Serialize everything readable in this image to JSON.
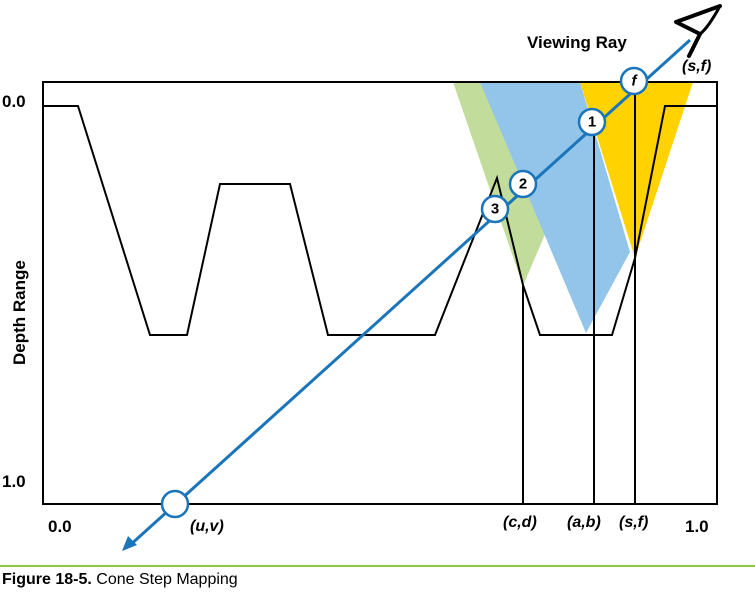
{
  "figure": {
    "viewing_ray_label": "Viewing Ray",
    "y_axis_label": "Depth Range",
    "y_ticks": [
      "0.0",
      "1.0"
    ],
    "x_ticks": [
      "0.0",
      "1.0"
    ],
    "points": {
      "sf_top": "(s,f)",
      "uv": "(u,v)",
      "cd": "(c,d)",
      "ab": "(a,b)",
      "sf_bottom": "(s,f)"
    },
    "step_markers": [
      "f",
      "1",
      "2",
      "3"
    ],
    "colors": {
      "ray": "#1a75bb",
      "cone_green": "#c2dd9b",
      "cone_blue": "#93c4ea",
      "cone_yellow": "#ffd200",
      "rule": "#8cc63f",
      "ink": "#000000"
    },
    "icons": [
      "eye-icon"
    ]
  },
  "caption": {
    "label": "Figure 18-5.",
    "text": " Cone Step Mapping"
  }
}
